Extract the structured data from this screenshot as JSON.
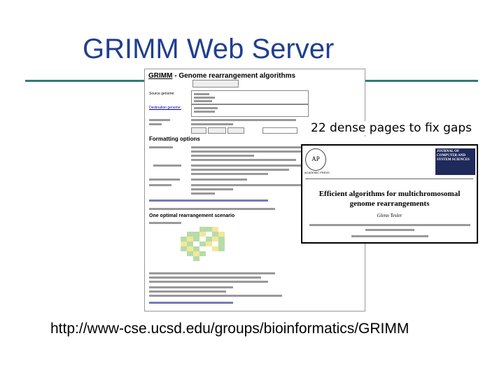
{
  "slide": {
    "title": "GRIMM Web Server",
    "url": "http://www-cse.ucsd.edu/groups/bioinformatics/GRIMM"
  },
  "grimm_page": {
    "heading_prefix": "GRIMM",
    "heading_rest": " - Genome rearrangement algorithms",
    "source_genome_label": "Source genome:",
    "destination_genome_label": "Destination genome:",
    "formatting_options": "Formatting options",
    "optimal_scenario": "One optimal rearrangement scenario",
    "colors": {
      "heading": "#000000",
      "link": "#0000aa"
    }
  },
  "overlay": {
    "caption": "22 dense pages to fix gaps"
  },
  "paper": {
    "publisher_logo": "AP",
    "publisher_name": "ACADEMIC PRESS",
    "journal_badge": "JOURNAL OF COMPUTER AND SYSTEM SCIENCES",
    "title_line1": "Efficient algorithms for multichromosomal",
    "title_line2": "genome rearrangements",
    "author": "Glenn Tesler"
  }
}
